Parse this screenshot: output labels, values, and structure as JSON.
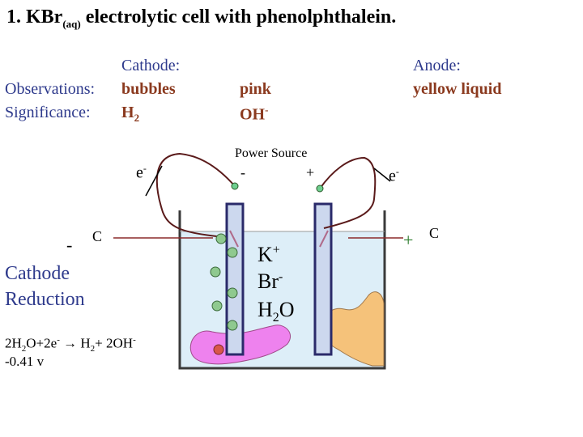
{
  "title": {
    "prefix": "1.  KBr",
    "sub": "(aq)",
    "rest": " electrolytic cell with phenolphthalein."
  },
  "rows": {
    "observations_label": "Observations:",
    "significance_label": "Significance:"
  },
  "cathode": {
    "heading": "Cathode:",
    "observation": "bubbles",
    "significance_base": "H",
    "significance_sub": "2",
    "middle_observation": "pink",
    "middle_significance_base": "OH",
    "middle_significance_sup": "-",
    "sign": "-",
    "electrode_letter": "C",
    "name": "Cathode",
    "process": "Reduction"
  },
  "anode": {
    "heading": "Anode:",
    "observation": "yellow  liquid",
    "sign": "+",
    "electrode_letter": "C"
  },
  "power_source": {
    "label": "Power Source",
    "minus": "-",
    "plus": "+"
  },
  "electron_left": {
    "base": "e",
    "sup": "-"
  },
  "electron_right": {
    "base": "e",
    "sup": "-"
  },
  "ions": {
    "k_base": "K",
    "k_sup": "+",
    "br_base": "Br",
    "br_sup": "-",
    "h2o_h": "H",
    "h2o_sub": "2",
    "h2o_o": "O"
  },
  "equation": {
    "p1": "2H",
    "s1": "2",
    "p2": "O+2e",
    "sup1": "-",
    "p3": " → H",
    "s2": "2",
    "p4": "+ 2OH",
    "sup2": "-",
    "voltage": "-0.41 v"
  },
  "colors": {
    "label_blue": "#2e3a8c",
    "value_brown": "#8b3a1f",
    "pink_solution": "#ee82ee",
    "yellow_solution": "#f5c27a",
    "electrolyte": "#ddeef8",
    "bubble_green": "#8fc98f",
    "bubble_red": "#d9564a",
    "wire": "#5a1a1a"
  }
}
